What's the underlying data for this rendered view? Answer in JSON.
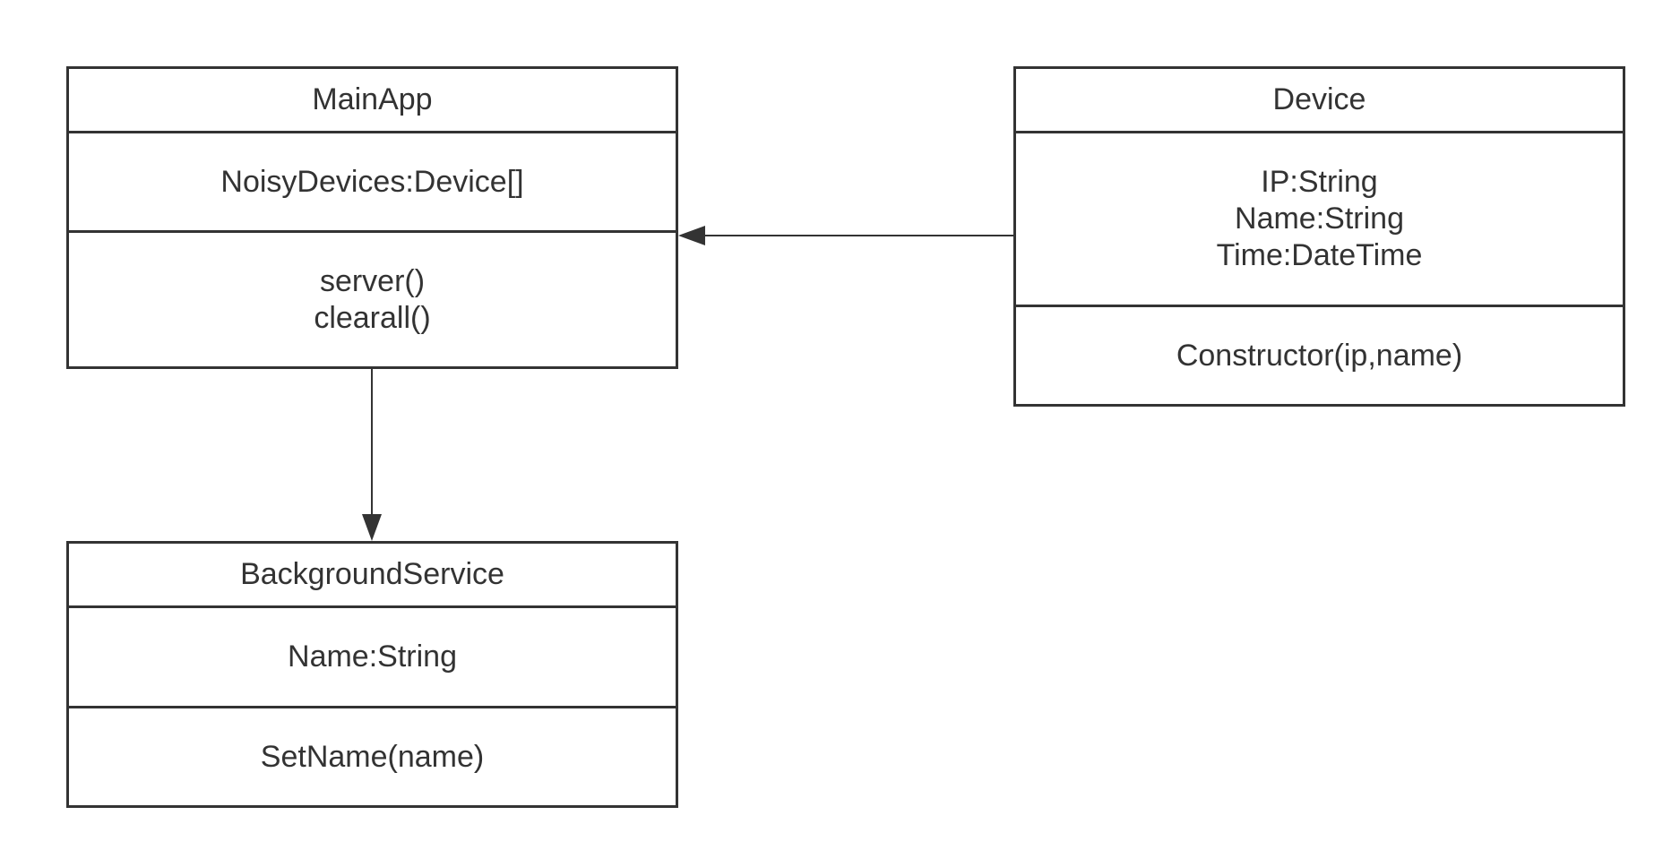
{
  "classes": {
    "main_app": {
      "name": "MainApp",
      "attributes": [
        "NoisyDevices:Device[]"
      ],
      "methods": [
        "server()",
        "clearall()"
      ]
    },
    "device": {
      "name": "Device",
      "attributes": [
        "IP:String",
        "Name:String",
        "Time:DateTime"
      ],
      "methods": [
        "Constructor(ip,name)"
      ]
    },
    "background_service": {
      "name": "BackgroundService",
      "attributes": [
        "Name:String"
      ],
      "methods": [
        "SetName(name)"
      ]
    }
  },
  "relationships": [
    {
      "from": "Device",
      "to": "MainApp",
      "type": "directed-association"
    },
    {
      "from": "MainApp",
      "to": "BackgroundService",
      "type": "directed-association"
    }
  ],
  "colors": {
    "stroke": "#333333",
    "text": "#333333",
    "background": "#ffffff"
  }
}
